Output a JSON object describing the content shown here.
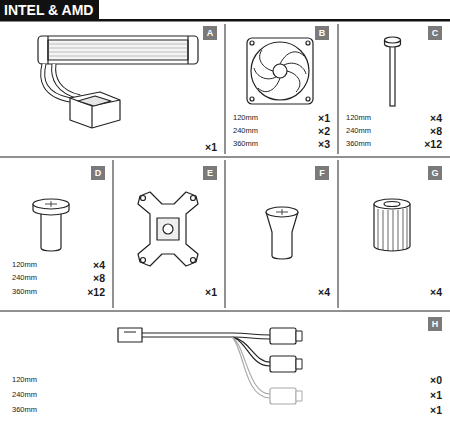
{
  "diagram": {
    "title": "INTEL & AMD",
    "nodes": [
      {
        "text": [
          "A"
        ]
      },
      {
        "text": [
          "B"
        ]
      },
      {
        "text": [
          "C"
        ]
      },
      {
        "text": [
          "D"
        ]
      },
      {
        "text": [
          "E"
        ]
      },
      {
        "text": [
          "F"
        ]
      },
      {
        "text": [
          "G"
        ]
      },
      {
        "text": [
          "H"
        ]
      }
    ],
    "labels": [
      "×1",
      "120mm",
      "×1",
      "240mm",
      "×2",
      "360mm",
      "×3",
      "120mm",
      "×4",
      "240mm",
      "×8",
      "360mm",
      "×12",
      "120mm",
      "×4",
      "240mm",
      "×8",
      "360mm",
      "×12",
      "×1",
      "×4",
      "×4",
      "120mm",
      "×0",
      "240mm",
      "×1",
      "360mm",
      "×1"
    ]
  }
}
